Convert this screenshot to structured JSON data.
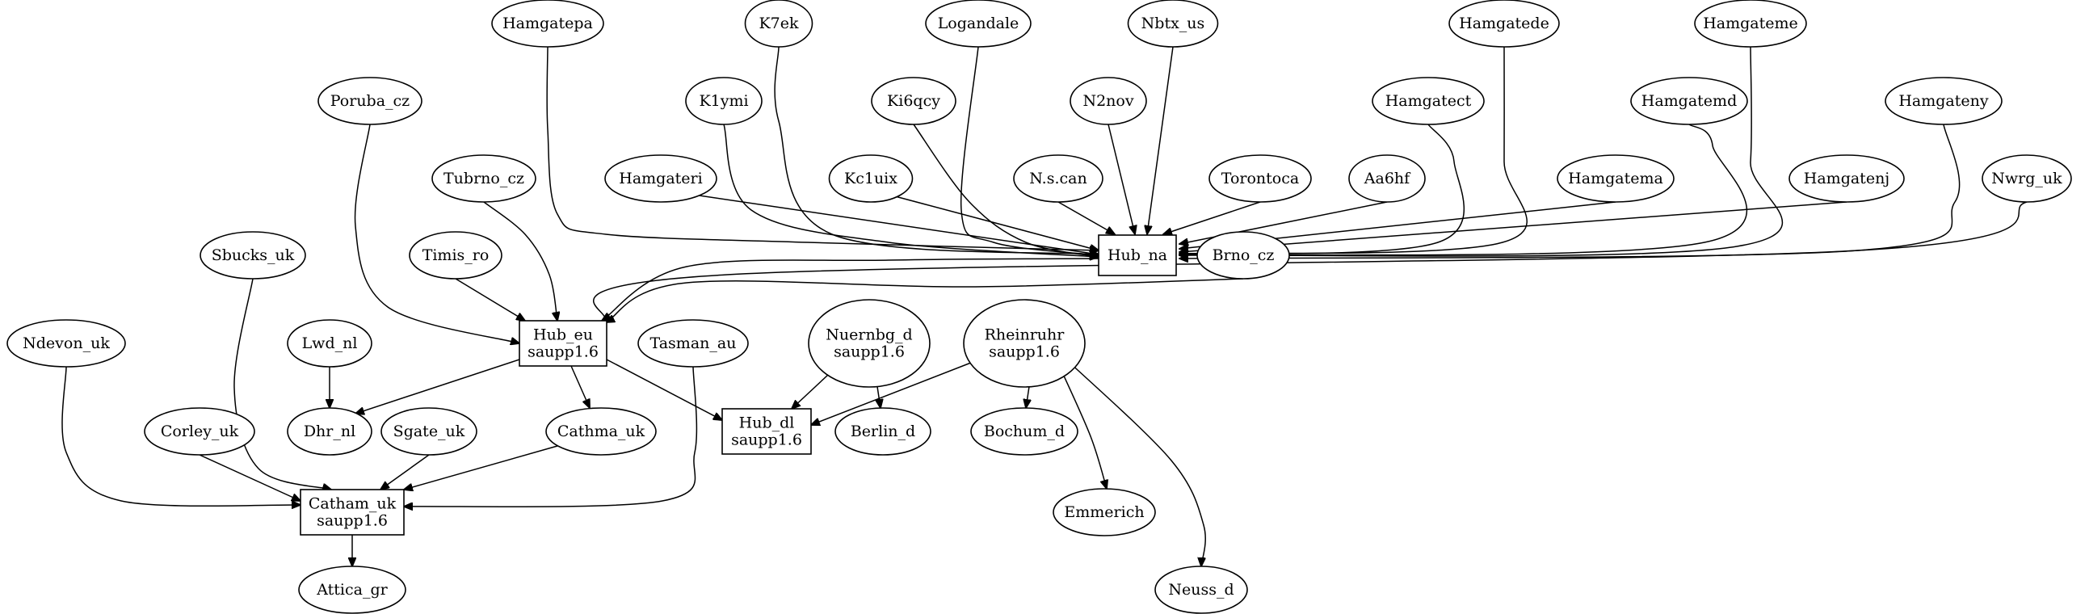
{
  "graph": {
    "type": "directed",
    "nodes": [
      {
        "id": "hamgatepa",
        "label": [
          "Hamgatepa"
        ],
        "shape": "ellipse"
      },
      {
        "id": "k7ek",
        "label": [
          "K7ek"
        ],
        "shape": "ellipse"
      },
      {
        "id": "logandale",
        "label": [
          "Logandale"
        ],
        "shape": "ellipse"
      },
      {
        "id": "nbtx_us",
        "label": [
          "Nbtx_us"
        ],
        "shape": "ellipse"
      },
      {
        "id": "hamgatede",
        "label": [
          "Hamgatede"
        ],
        "shape": "ellipse"
      },
      {
        "id": "hamgateme",
        "label": [
          "Hamgateme"
        ],
        "shape": "ellipse"
      },
      {
        "id": "poruba_cz",
        "label": [
          "Poruba_cz"
        ],
        "shape": "ellipse"
      },
      {
        "id": "k1ymi",
        "label": [
          "K1ymi"
        ],
        "shape": "ellipse"
      },
      {
        "id": "ki6qcy",
        "label": [
          "Ki6qcy"
        ],
        "shape": "ellipse"
      },
      {
        "id": "n2nov",
        "label": [
          "N2nov"
        ],
        "shape": "ellipse"
      },
      {
        "id": "hamgatect",
        "label": [
          "Hamgatect"
        ],
        "shape": "ellipse"
      },
      {
        "id": "hamgatemd",
        "label": [
          "Hamgatemd"
        ],
        "shape": "ellipse"
      },
      {
        "id": "hamgateny",
        "label": [
          "Hamgateny"
        ],
        "shape": "ellipse"
      },
      {
        "id": "tubrno_cz",
        "label": [
          "Tubrno_cz"
        ],
        "shape": "ellipse"
      },
      {
        "id": "hamgateri",
        "label": [
          "Hamgateri"
        ],
        "shape": "ellipse"
      },
      {
        "id": "kc1uix",
        "label": [
          "Kc1uix"
        ],
        "shape": "ellipse"
      },
      {
        "id": "nscan",
        "label": [
          "N.s.can"
        ],
        "shape": "ellipse"
      },
      {
        "id": "torontoca",
        "label": [
          "Torontoca"
        ],
        "shape": "ellipse"
      },
      {
        "id": "aa6hf",
        "label": [
          "Aa6hf"
        ],
        "shape": "ellipse"
      },
      {
        "id": "hamgatema",
        "label": [
          "Hamgatema"
        ],
        "shape": "ellipse"
      },
      {
        "id": "hamgatenj",
        "label": [
          "Hamgatenj"
        ],
        "shape": "ellipse"
      },
      {
        "id": "nwrg_uk",
        "label": [
          "Nwrg_uk"
        ],
        "shape": "ellipse"
      },
      {
        "id": "sbucks_uk",
        "label": [
          "Sbucks_uk"
        ],
        "shape": "ellipse"
      },
      {
        "id": "timis_ro",
        "label": [
          "Timis_ro"
        ],
        "shape": "ellipse"
      },
      {
        "id": "hub_na",
        "label": [
          "Hub_na"
        ],
        "shape": "box"
      },
      {
        "id": "brno_cz",
        "label": [
          "Brno_cz"
        ],
        "shape": "ellipse"
      },
      {
        "id": "ndevon_uk",
        "label": [
          "Ndevon_uk"
        ],
        "shape": "ellipse"
      },
      {
        "id": "lwd_nl",
        "label": [
          "Lwd_nl"
        ],
        "shape": "ellipse"
      },
      {
        "id": "hub_eu",
        "label": [
          "Hub_eu",
          "saupp1.6"
        ],
        "shape": "box"
      },
      {
        "id": "tasman_au",
        "label": [
          "Tasman_au"
        ],
        "shape": "ellipse"
      },
      {
        "id": "nuernbg_d",
        "label": [
          "Nuernbg_d",
          "saupp1.6"
        ],
        "shape": "ellipse"
      },
      {
        "id": "rheinruhr",
        "label": [
          "Rheinruhr",
          "saupp1.6"
        ],
        "shape": "ellipse"
      },
      {
        "id": "corley_uk",
        "label": [
          "Corley_uk"
        ],
        "shape": "ellipse"
      },
      {
        "id": "dhr_nl",
        "label": [
          "Dhr_nl"
        ],
        "shape": "ellipse"
      },
      {
        "id": "sgate_uk",
        "label": [
          "Sgate_uk"
        ],
        "shape": "ellipse"
      },
      {
        "id": "cathma_uk",
        "label": [
          "Cathma_uk"
        ],
        "shape": "ellipse"
      },
      {
        "id": "hub_dl",
        "label": [
          "Hub_dl",
          "saupp1.6"
        ],
        "shape": "box"
      },
      {
        "id": "berlin_d",
        "label": [
          "Berlin_d"
        ],
        "shape": "ellipse"
      },
      {
        "id": "bochum_d",
        "label": [
          "Bochum_d"
        ],
        "shape": "ellipse"
      },
      {
        "id": "catham_uk",
        "label": [
          "Catham_uk",
          "saupp1.6"
        ],
        "shape": "box"
      },
      {
        "id": "emmerich",
        "label": [
          "Emmerich"
        ],
        "shape": "ellipse"
      },
      {
        "id": "attica_gr",
        "label": [
          "Attica_gr"
        ],
        "shape": "ellipse"
      },
      {
        "id": "neuss_d",
        "label": [
          "Neuss_d"
        ],
        "shape": "ellipse"
      }
    ],
    "edges": [
      {
        "from": "hamgatepa",
        "to": "hub_na"
      },
      {
        "from": "k7ek",
        "to": "hub_na"
      },
      {
        "from": "logandale",
        "to": "hub_na"
      },
      {
        "from": "nbtx_us",
        "to": "hub_na"
      },
      {
        "from": "hamgatede",
        "to": "hub_na"
      },
      {
        "from": "hamgateme",
        "to": "hub_na"
      },
      {
        "from": "k1ymi",
        "to": "hub_na"
      },
      {
        "from": "ki6qcy",
        "to": "hub_na"
      },
      {
        "from": "n2nov",
        "to": "hub_na"
      },
      {
        "from": "hamgatect",
        "to": "hub_na"
      },
      {
        "from": "hamgatemd",
        "to": "hub_na"
      },
      {
        "from": "hamgateny",
        "to": "hub_na"
      },
      {
        "from": "hamgateri",
        "to": "hub_na"
      },
      {
        "from": "kc1uix",
        "to": "hub_na"
      },
      {
        "from": "nscan",
        "to": "hub_na"
      },
      {
        "from": "torontoca",
        "to": "hub_na"
      },
      {
        "from": "aa6hf",
        "to": "hub_na"
      },
      {
        "from": "hamgatema",
        "to": "hub_na"
      },
      {
        "from": "hamgatenj",
        "to": "hub_na"
      },
      {
        "from": "nwrg_uk",
        "to": "hub_eu"
      },
      {
        "from": "hub_na",
        "to": "hub_eu"
      },
      {
        "from": "brno_cz",
        "to": "hub_eu"
      },
      {
        "from": "poruba_cz",
        "to": "hub_eu"
      },
      {
        "from": "tubrno_cz",
        "to": "hub_eu"
      },
      {
        "from": "timis_ro",
        "to": "hub_eu"
      },
      {
        "from": "lwd_nl",
        "to": "dhr_nl"
      },
      {
        "from": "hub_eu",
        "to": "dhr_nl"
      },
      {
        "from": "hub_eu",
        "to": "cathma_uk"
      },
      {
        "from": "hub_eu",
        "to": "hub_dl"
      },
      {
        "from": "nuernbg_d",
        "to": "hub_dl"
      },
      {
        "from": "rheinruhr",
        "to": "hub_dl"
      },
      {
        "from": "nuernbg_d",
        "to": "berlin_d"
      },
      {
        "from": "rheinruhr",
        "to": "bochum_d"
      },
      {
        "from": "rheinruhr",
        "to": "emmerich"
      },
      {
        "from": "rheinruhr",
        "to": "neuss_d"
      },
      {
        "from": "sbucks_uk",
        "to": "catham_uk"
      },
      {
        "from": "ndevon_uk",
        "to": "catham_uk"
      },
      {
        "from": "corley_uk",
        "to": "catham_uk"
      },
      {
        "from": "sgate_uk",
        "to": "catham_uk"
      },
      {
        "from": "cathma_uk",
        "to": "catham_uk"
      },
      {
        "from": "tasman_au",
        "to": "catham_uk"
      },
      {
        "from": "catham_uk",
        "to": "attica_gr"
      }
    ]
  }
}
